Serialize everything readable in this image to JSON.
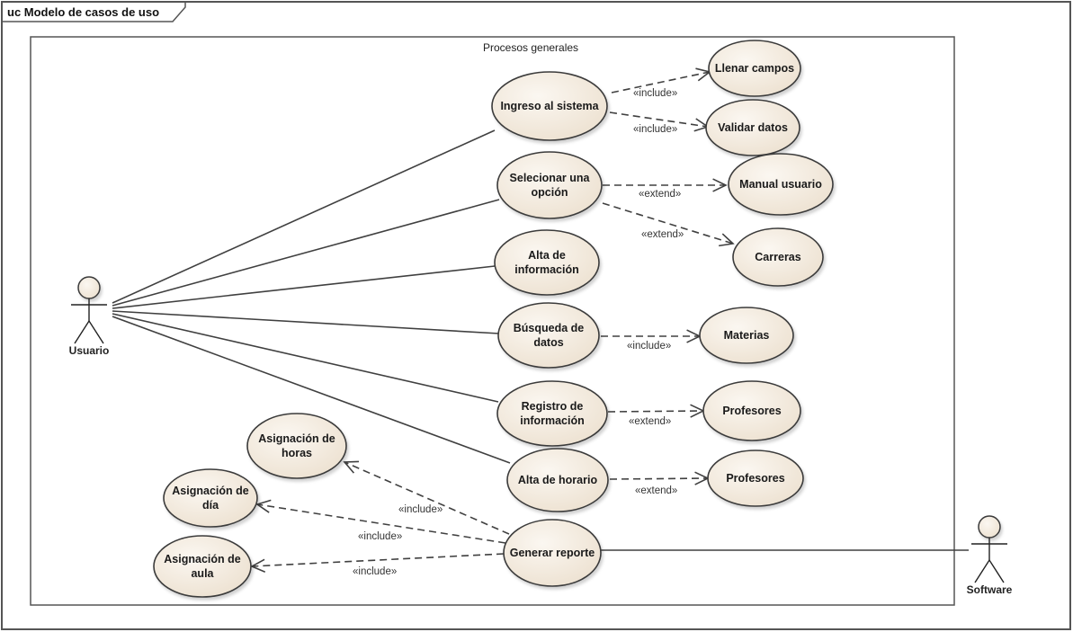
{
  "frame": {
    "title": "uc Modelo de casos de uso"
  },
  "boundary": {
    "title": "Procesos generales"
  },
  "colors": {
    "use_case_fill": "#f1e8db",
    "stroke": "#3a3a3a",
    "line": "#404040"
  },
  "actors": [
    {
      "id": "usuario",
      "name": "Usuario"
    },
    {
      "id": "software",
      "name": "Software"
    }
  ],
  "use_cases": [
    {
      "id": "ingreso",
      "lines": [
        "Ingreso al sistema"
      ]
    },
    {
      "id": "llenar",
      "lines": [
        "Llenar campos"
      ]
    },
    {
      "id": "validar",
      "lines": [
        "Validar datos"
      ]
    },
    {
      "id": "selecionar",
      "lines": [
        "Selecionar una",
        "opción"
      ]
    },
    {
      "id": "manual",
      "lines": [
        "Manual usuario"
      ]
    },
    {
      "id": "carreras",
      "lines": [
        "Carreras"
      ]
    },
    {
      "id": "alta_info",
      "lines": [
        "Alta de",
        "información"
      ]
    },
    {
      "id": "busqueda",
      "lines": [
        "Búsqueda de",
        "datos"
      ]
    },
    {
      "id": "materias",
      "lines": [
        "Materias"
      ]
    },
    {
      "id": "registro",
      "lines": [
        "Registro de",
        "información"
      ]
    },
    {
      "id": "profesores1",
      "lines": [
        "Profesores"
      ]
    },
    {
      "id": "alta_horario",
      "lines": [
        "Alta de horario"
      ]
    },
    {
      "id": "profesores2",
      "lines": [
        "Profesores"
      ]
    },
    {
      "id": "asig_horas",
      "lines": [
        "Asignación de",
        "horas"
      ]
    },
    {
      "id": "asig_dia",
      "lines": [
        "Asignación de",
        "día"
      ]
    },
    {
      "id": "asig_aula",
      "lines": [
        "Asignación de",
        "aula"
      ]
    },
    {
      "id": "generar",
      "lines": [
        "Generar reporte"
      ]
    }
  ],
  "associations": [
    {
      "actor": "usuario",
      "use_case": "ingreso"
    },
    {
      "actor": "usuario",
      "use_case": "selecionar"
    },
    {
      "actor": "usuario",
      "use_case": "alta_info"
    },
    {
      "actor": "usuario",
      "use_case": "busqueda"
    },
    {
      "actor": "usuario",
      "use_case": "registro"
    },
    {
      "actor": "usuario",
      "use_case": "alta_horario"
    },
    {
      "actor": "software",
      "use_case": "generar"
    }
  ],
  "relations": [
    {
      "from": "ingreso",
      "to": "llenar",
      "label": "«include»"
    },
    {
      "from": "ingreso",
      "to": "validar",
      "label": "«include»"
    },
    {
      "from": "selecionar",
      "to": "manual",
      "label": "«extend»"
    },
    {
      "from": "selecionar",
      "to": "carreras",
      "label": "«extend»"
    },
    {
      "from": "busqueda",
      "to": "materias",
      "label": "«include»"
    },
    {
      "from": "registro",
      "to": "profesores1",
      "label": "«extend»"
    },
    {
      "from": "alta_horario",
      "to": "profesores2",
      "label": "«extend»"
    },
    {
      "from": "generar",
      "to": "asig_horas",
      "label": "«include»"
    },
    {
      "from": "generar",
      "to": "asig_dia",
      "label": "«include»"
    },
    {
      "from": "generar",
      "to": "asig_aula",
      "label": "«include»"
    }
  ]
}
